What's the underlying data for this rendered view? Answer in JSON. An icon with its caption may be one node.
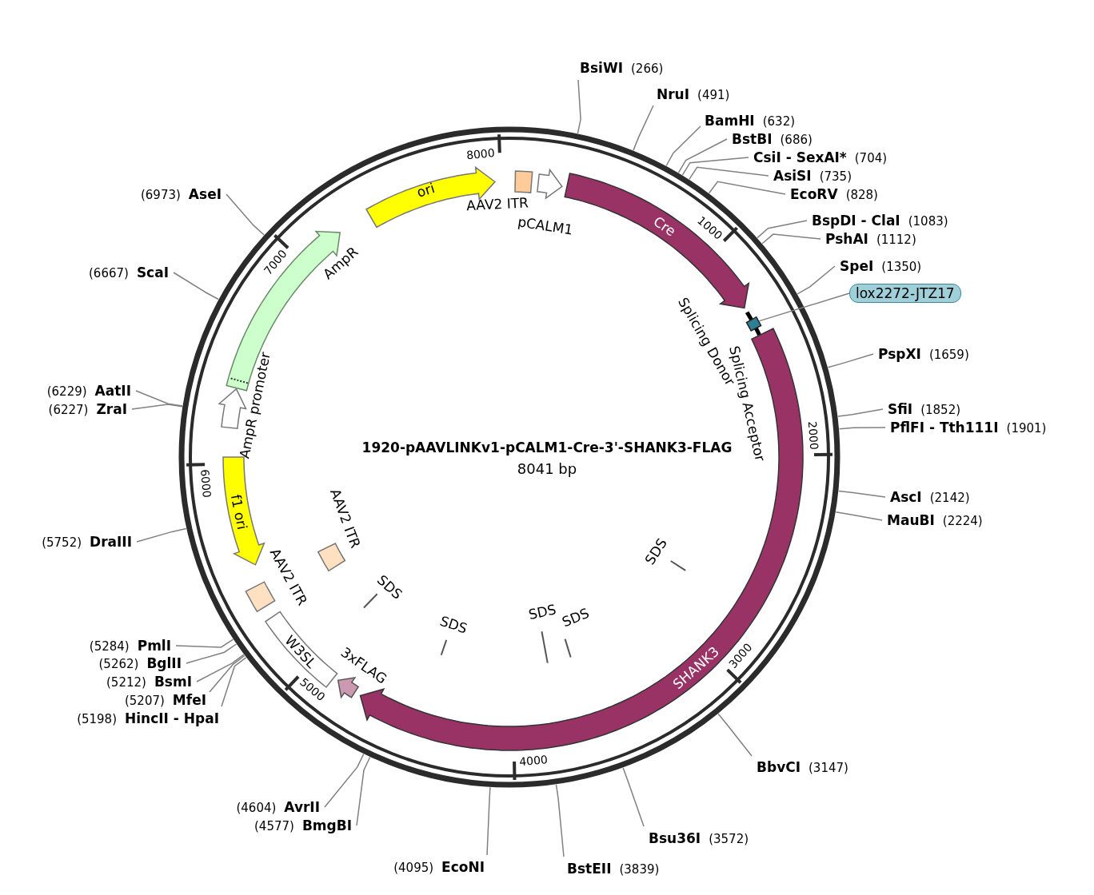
{
  "diagram": {
    "title": "1920-pAAVLINKv1-pCALM1-Cre-3'-SHANK3-FLAG",
    "nodes": [
      {
        "text": [
          "ori"
        ]
      },
      {
        "text": [
          "AAV2 ITR"
        ]
      },
      {
        "text": [
          "pCALM1"
        ]
      },
      {
        "text": [
          "Cre"
        ]
      },
      {
        "text": [],
        "shape": "box"
      },
      {
        "text": [
          "SHANK3"
        ]
      },
      {
        "text": [
          "3xFLAG"
        ]
      },
      {
        "text": [
          "W3SL"
        ]
      },
      {
        "text": [
          "AAV2 ITR"
        ]
      },
      {
        "text": [
          "f1 ori"
        ]
      },
      {
        "text": [
          "AmpR promoter"
        ]
      },
      {
        "text": [
          "AmpR"
        ]
      },
      {
        "text": [
          "AAV2 ITR"
        ]
      },
      {
        "text": [
          "BsiWI",
          "(266)"
        ]
      },
      {
        "text": [
          "NruI",
          "(491)"
        ]
      },
      {
        "text": [
          "BamHI",
          "(632)"
        ]
      },
      {
        "text": [
          "BstBI",
          "(686)"
        ]
      },
      {
        "text": [
          "CsiI - SexAI*",
          "(704)"
        ]
      },
      {
        "text": [
          "AsiSI",
          "(735)"
        ]
      },
      {
        "text": [
          "EcoRV",
          "(828)"
        ]
      },
      {
        "text": [
          "BspDI - ClaI",
          "(1083)"
        ]
      },
      {
        "text": [
          "PshAI",
          "(1112)"
        ]
      },
      {
        "text": [
          "SpeI",
          "(1350)"
        ]
      },
      {
        "text": [
          "lox2272-JTZ17"
        ]
      },
      {
        "text": [
          "PspXI",
          "(1659)"
        ]
      },
      {
        "text": [
          "SfiI",
          "(1852)"
        ]
      },
      {
        "text": [
          "PflFI - Tth111I",
          "(1901)"
        ]
      },
      {
        "text": [
          "AscI",
          "(2142)"
        ]
      },
      {
        "text": [
          "MauBI",
          "(2224)"
        ]
      },
      {
        "text": [
          "BbvCI",
          "(3147)"
        ]
      },
      {
        "text": [
          "Bsu36I",
          "(3572)"
        ]
      },
      {
        "text": [
          "BstEII",
          "(3839)"
        ]
      },
      {
        "text": [
          "(4095)",
          "EcoNI"
        ]
      },
      {
        "text": [
          "(4577)",
          "BmgBI"
        ]
      },
      {
        "text": [
          "(4604)",
          "AvrII"
        ]
      },
      {
        "text": [
          "(5198)",
          "HincII - HpaI"
        ]
      },
      {
        "text": [
          "(5207)",
          "MfeI"
        ]
      },
      {
        "text": [
          "(5212)",
          "BsmI"
        ]
      },
      {
        "text": [
          "(5262)",
          "BglII"
        ]
      },
      {
        "text": [
          "(5284)",
          "PmlI"
        ]
      },
      {
        "text": [
          "(5752)",
          "DraIII"
        ]
      },
      {
        "text": [
          "(6227)",
          "ZraI"
        ]
      },
      {
        "text": [
          "(6229)",
          "AatII"
        ]
      },
      {
        "text": [
          "(6667)",
          "ScaI"
        ]
      },
      {
        "text": [
          "(6973)",
          "AseI"
        ]
      }
    ],
    "edges": [
      {
        "from": 13,
        "to": null,
        "arrow": "none"
      },
      {
        "from": 14,
        "to": null,
        "arrow": "none"
      },
      {
        "from": 15,
        "to": null,
        "arrow": "none"
      },
      {
        "from": 16,
        "to": null,
        "arrow": "none"
      },
      {
        "from": 17,
        "to": null,
        "arrow": "none"
      },
      {
        "from": 18,
        "to": null,
        "arrow": "none"
      },
      {
        "from": 19,
        "to": null,
        "arrow": "none"
      },
      {
        "from": 20,
        "to": null,
        "arrow": "none"
      },
      {
        "from": 21,
        "to": null,
        "arrow": "none"
      },
      {
        "from": 22,
        "to": null,
        "arrow": "none"
      },
      {
        "from": 23,
        "to": 4,
        "arrow": "none"
      },
      {
        "from": 24,
        "to": null,
        "arrow": "none"
      },
      {
        "from": 25,
        "to": null,
        "arrow": "none"
      },
      {
        "from": 26,
        "to": null,
        "arrow": "none"
      },
      {
        "from": 27,
        "to": null,
        "arrow": "none"
      },
      {
        "from": 28,
        "to": null,
        "arrow": "none"
      },
      {
        "from": 29,
        "to": null,
        "arrow": "none"
      },
      {
        "from": 30,
        "to": null,
        "arrow": "none"
      },
      {
        "from": 31,
        "to": null,
        "arrow": "none"
      },
      {
        "from": 32,
        "to": null,
        "arrow": "none"
      },
      {
        "from": 33,
        "to": null,
        "arrow": "none"
      },
      {
        "from": 34,
        "to": null,
        "arrow": "none"
      },
      {
        "from": 35,
        "to": null,
        "arrow": "none"
      },
      {
        "from": 36,
        "to": null,
        "arrow": "none"
      },
      {
        "from": 37,
        "to": null,
        "arrow": "none"
      },
      {
        "from": 38,
        "to": null,
        "arrow": "none"
      },
      {
        "from": 39,
        "to": null,
        "arrow": "none"
      },
      {
        "from": 40,
        "to": null,
        "arrow": "none"
      },
      {
        "from": 41,
        "to": null,
        "arrow": "none"
      },
      {
        "from": 42,
        "to": null,
        "arrow": "none"
      },
      {
        "from": 43,
        "to": null,
        "arrow": "none"
      },
      {
        "from": 44,
        "to": null,
        "arrow": "none"
      }
    ],
    "labels": [
      "1000",
      "2000",
      "3000",
      "4000",
      "5000",
      "6000",
      "7000",
      "8000",
      "8041 bp",
      "Splicing Donor",
      "Splicing Acceptor",
      "SDS",
      "SDS",
      "SDS",
      "SDS",
      "SDS"
    ]
  }
}
